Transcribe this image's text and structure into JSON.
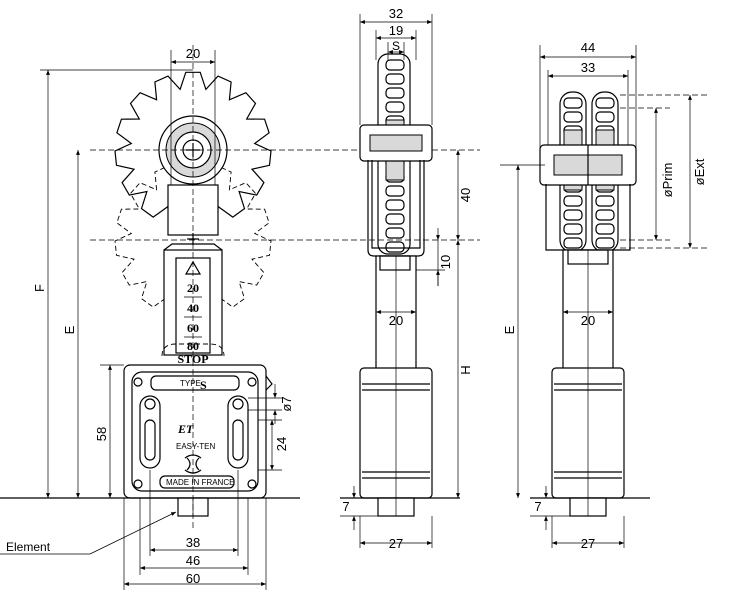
{
  "dimensions": {
    "front": {
      "top_width": "20",
      "overall_height": "F",
      "mount_height": "E",
      "base_height": "58",
      "hole_dia": "ø7",
      "hole_spacing": "24",
      "hole_pitch": "38",
      "base_inner": "46",
      "base_width": "60"
    },
    "side": {
      "outer_width": "32",
      "inner_width": "19",
      "sprocket": "S",
      "travel": "40",
      "offset": "10",
      "arm_width": "20",
      "height": "H",
      "base_offset": "7",
      "base_width": "27"
    },
    "double": {
      "outer_width": "44",
      "inner_width": "33",
      "pitch_dia": "øPrim",
      "ext_dia": "øExt",
      "height": "E",
      "arm_width": "20",
      "base_offset": "7",
      "base_width": "27"
    }
  },
  "scale_labels": [
    "20",
    "40",
    "60",
    "80",
    "STOP"
  ],
  "plate": {
    "type_label": "TYPE",
    "type_value": "S",
    "logo": "ET",
    "brand": "EASY-TEN",
    "origin": "MADE IN FRANCE"
  },
  "callout": "Element"
}
